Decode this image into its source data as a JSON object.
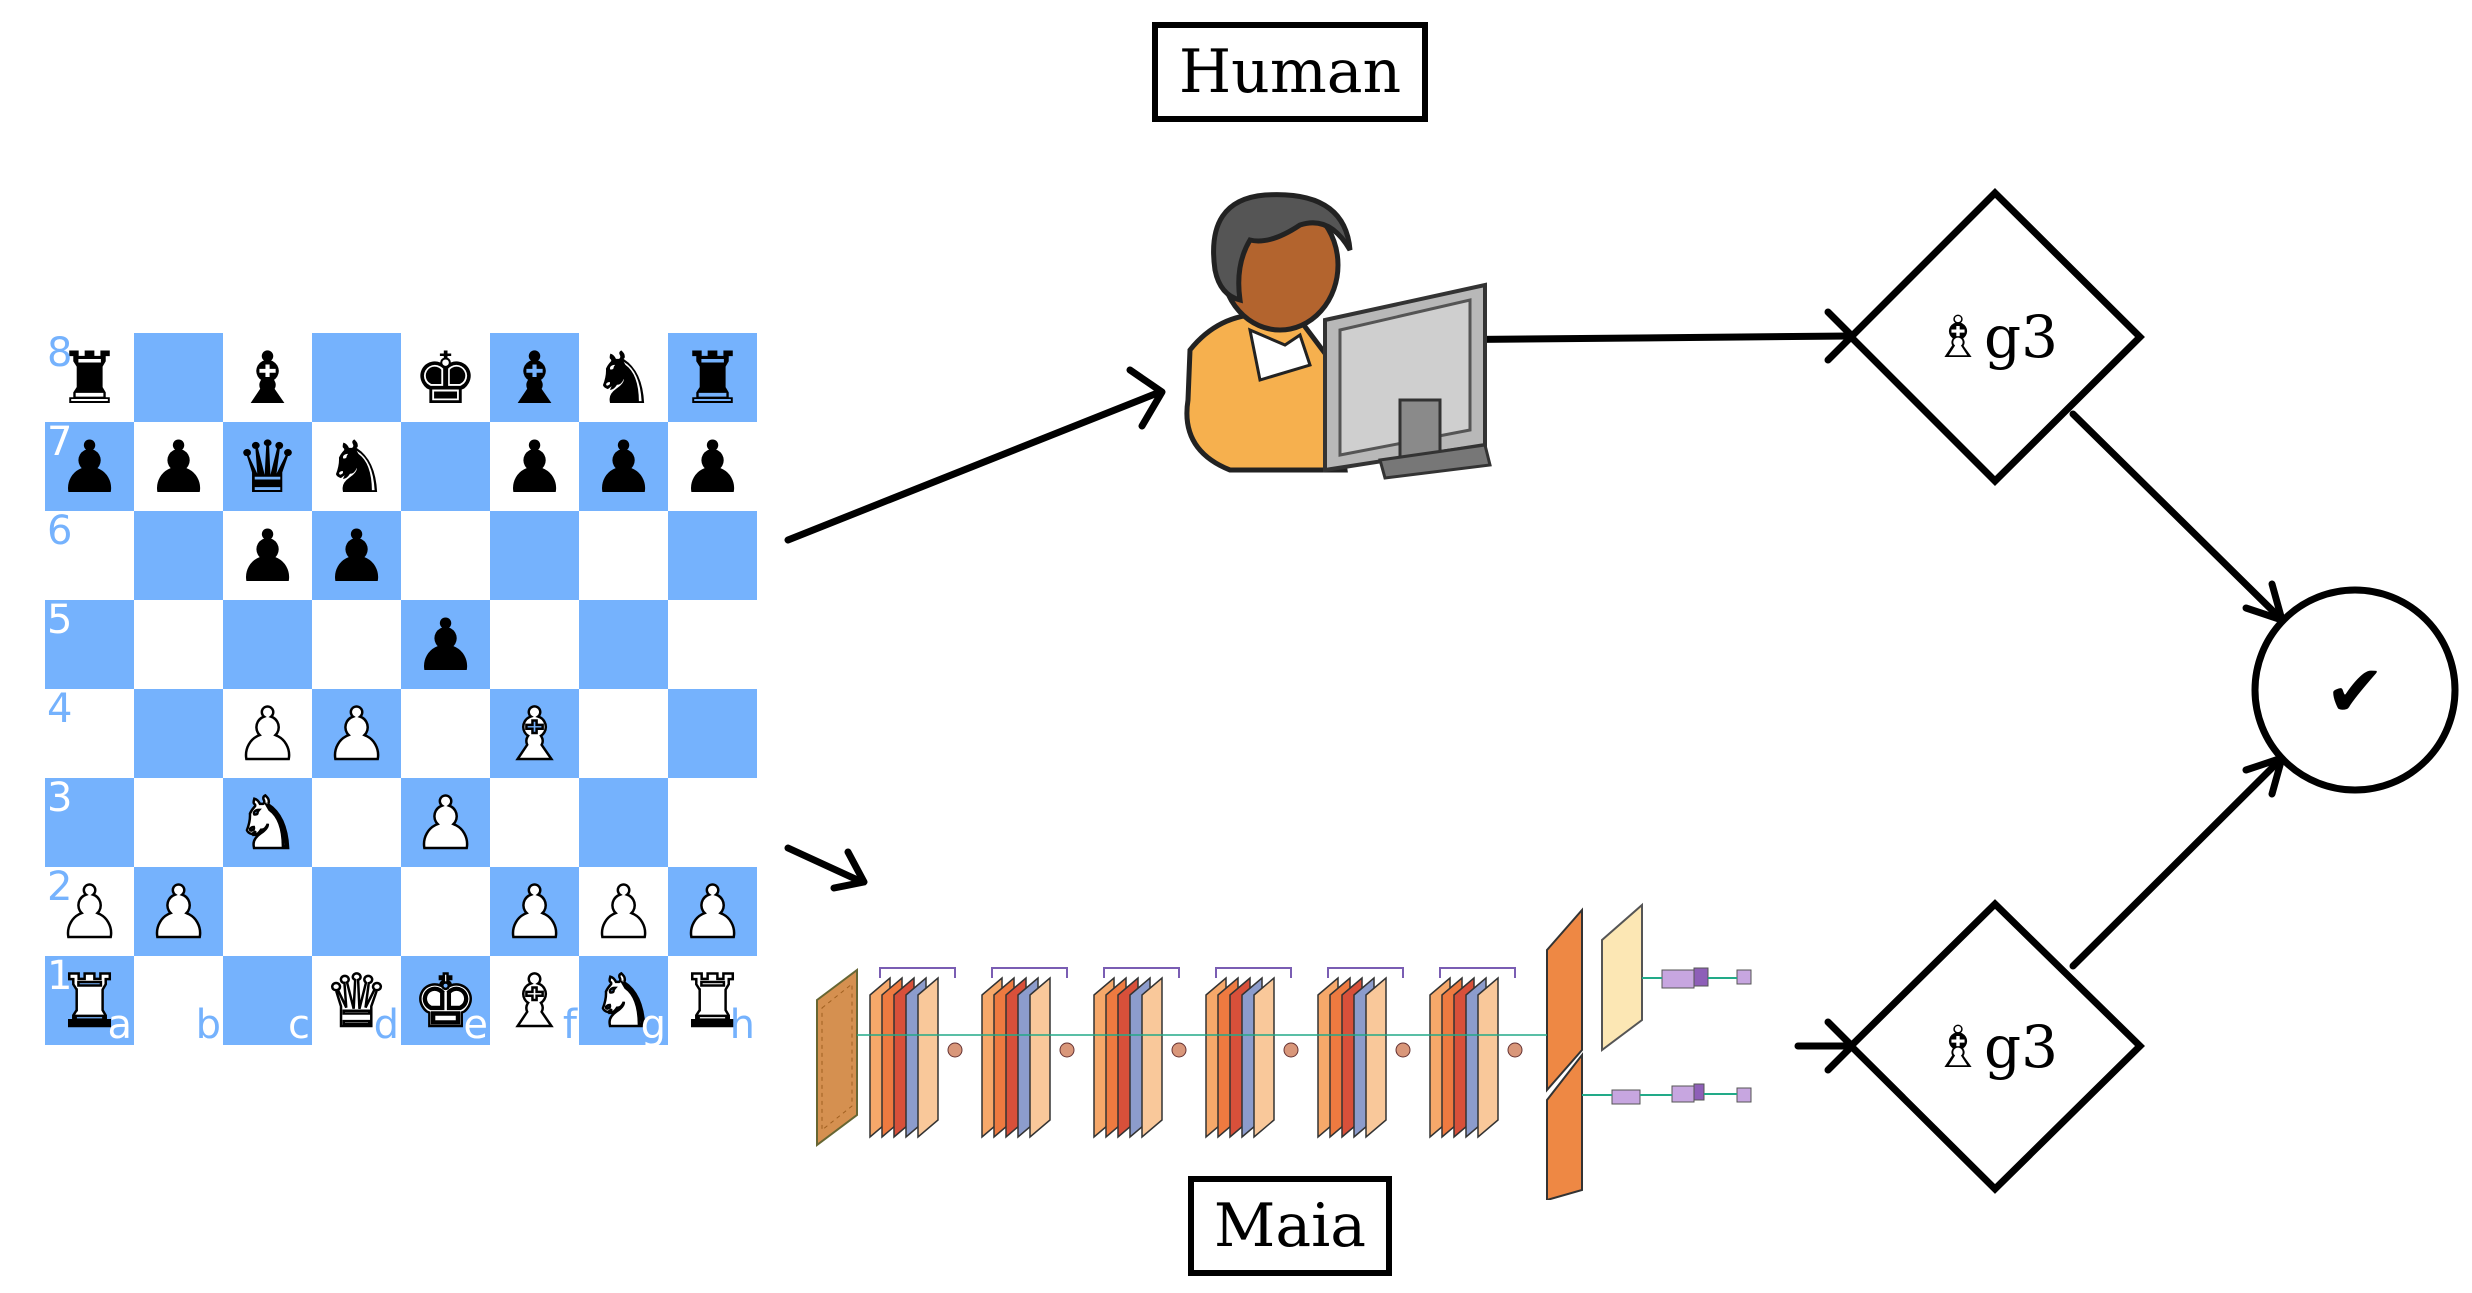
{
  "labels": {
    "human": "Human",
    "maia": "Maia"
  },
  "moves": {
    "human_move": "♗g3",
    "maia_move": "♗g3"
  },
  "result": {
    "symbol": "✔"
  },
  "board": {
    "files": [
      "a",
      "b",
      "c",
      "d",
      "e",
      "f",
      "g",
      "h"
    ],
    "ranks": [
      "8",
      "7",
      "6",
      "5",
      "4",
      "3",
      "2",
      "1"
    ],
    "position": [
      [
        "♜",
        "",
        "♝",
        "",
        "♚",
        "♝",
        "♞",
        "♜"
      ],
      [
        "♟",
        "♟",
        "♛",
        "♞",
        "",
        "♟",
        "♟",
        "♟"
      ],
      [
        "",
        "",
        "♟",
        "♟",
        "",
        "",
        "",
        ""
      ],
      [
        "",
        "",
        "",
        "",
        "♟",
        "",
        "",
        ""
      ],
      [
        "",
        "",
        "♙",
        "♙",
        "",
        "♗",
        "",
        ""
      ],
      [
        "",
        "",
        "♘",
        "",
        "♙",
        "",
        "",
        ""
      ],
      [
        "♙",
        "♙",
        "",
        "",
        "",
        "♙",
        "♙",
        "♙"
      ],
      [
        "♖",
        "",
        "",
        "♕",
        "♔",
        "♗",
        "♘",
        "♖"
      ]
    ],
    "colors": {
      "dark_square": "#75b2fd",
      "light_square": "#ffffff"
    }
  },
  "icons": {
    "human": "person-at-computer-icon",
    "network": "neural-network-architecture-diagram"
  }
}
